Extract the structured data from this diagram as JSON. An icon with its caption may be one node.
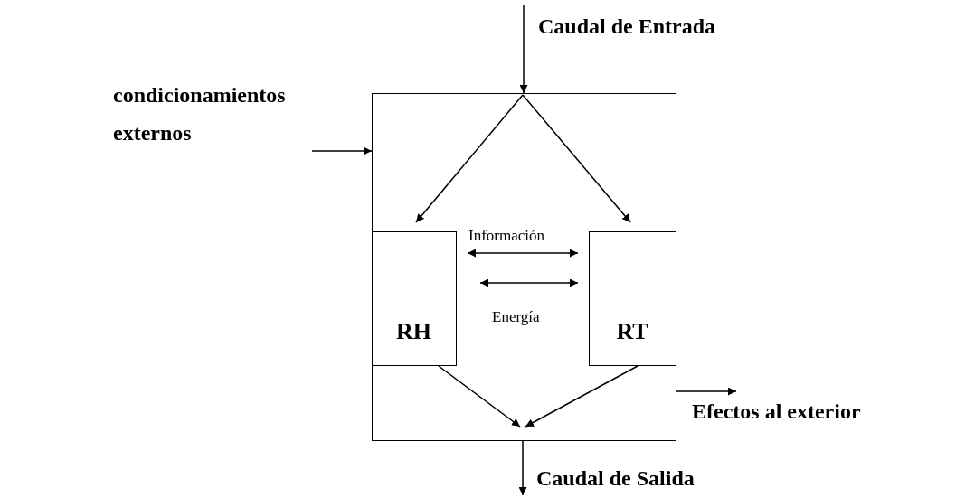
{
  "diagram": {
    "nodes": [
      {
        "text": [],
        "shape": "box"
      },
      {
        "text": [
          "RH"
        ],
        "in": 0
      },
      {
        "text": [
          "RT"
        ],
        "in": 0
      }
    ],
    "edges": [
      {
        "from": null,
        "to": 0,
        "arrow": "to",
        "label": "Caudal de Entrada"
      },
      {
        "from": null,
        "to": 0,
        "arrow": "to",
        "label": "condicionamientos externos"
      },
      {
        "from": 0,
        "to": 1,
        "arrow": "to"
      },
      {
        "from": 0,
        "to": 2,
        "arrow": "to"
      },
      {
        "from": 1,
        "to": 2,
        "arrow": "both",
        "label": "Información"
      },
      {
        "from": 1,
        "to": 2,
        "arrow": "both",
        "label": "Energía"
      },
      {
        "from": 1,
        "to": 0,
        "arrow": "to"
      },
      {
        "from": 2,
        "to": 0,
        "arrow": "to"
      },
      {
        "from": 0,
        "to": null,
        "arrow": "to",
        "label": "Efectos al exterior"
      },
      {
        "from": 0,
        "to": null,
        "arrow": "to",
        "label": "Caudal de Salida"
      }
    ]
  }
}
